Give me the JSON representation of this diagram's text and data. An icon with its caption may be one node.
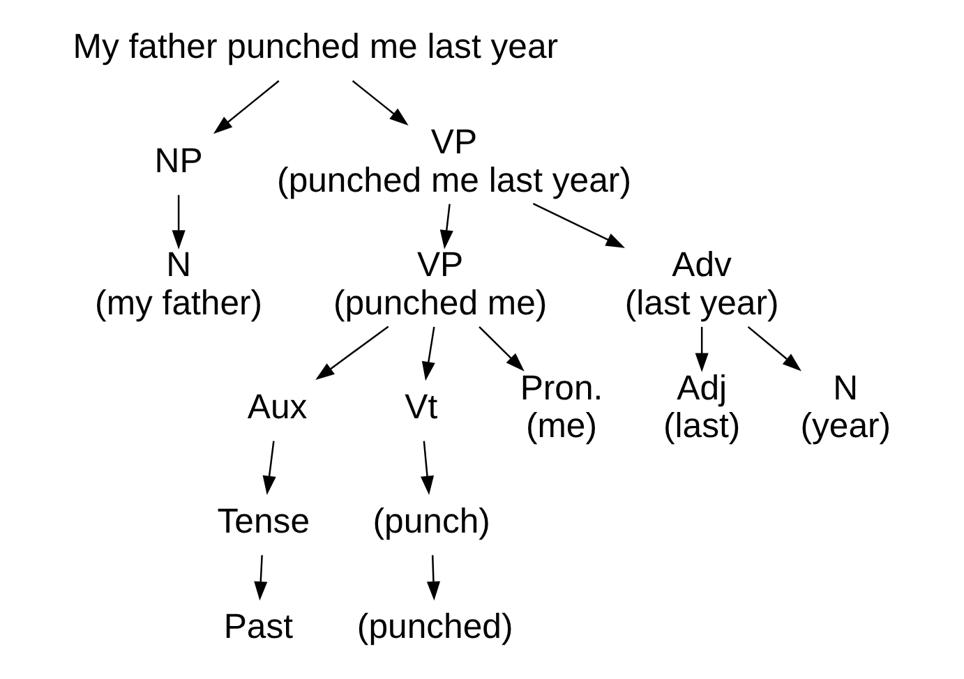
{
  "diagram": {
    "nodes": [
      {
        "text": [
          "My father punched me last year"
        ]
      },
      {
        "text": [
          "NP"
        ]
      },
      {
        "text": [
          "VP",
          "(punched me last year)"
        ]
      },
      {
        "text": [
          "N",
          "(my father)"
        ]
      },
      {
        "text": [
          "VP",
          "(punched me)"
        ]
      },
      {
        "text": [
          "Adv",
          "(last year)"
        ]
      },
      {
        "text": [
          "Aux"
        ]
      },
      {
        "text": [
          "Vt"
        ]
      },
      {
        "text": [
          "Pron.",
          "(me)"
        ]
      },
      {
        "text": [
          "Adj",
          "(last)"
        ]
      },
      {
        "text": [
          "N",
          "(year)"
        ]
      },
      {
        "text": [
          "Tense"
        ]
      },
      {
        "text": [
          "(punch)"
        ]
      },
      {
        "text": [
          "Past"
        ]
      },
      {
        "text": [
          "(punched)"
        ]
      }
    ],
    "edges": [
      {
        "from": 0,
        "to": 1,
        "arrow": "to"
      },
      {
        "from": 0,
        "to": 2,
        "arrow": "to"
      },
      {
        "from": 1,
        "to": 3,
        "arrow": "to"
      },
      {
        "from": 2,
        "to": 4,
        "arrow": "to"
      },
      {
        "from": 2,
        "to": 5,
        "arrow": "to"
      },
      {
        "from": 4,
        "to": 6,
        "arrow": "to"
      },
      {
        "from": 4,
        "to": 7,
        "arrow": "to"
      },
      {
        "from": 4,
        "to": 8,
        "arrow": "to"
      },
      {
        "from": 5,
        "to": 9,
        "arrow": "to"
      },
      {
        "from": 5,
        "to": 10,
        "arrow": "to"
      },
      {
        "from": 6,
        "to": 11,
        "arrow": "to"
      },
      {
        "from": 11,
        "to": 13,
        "arrow": "to"
      },
      {
        "from": 7,
        "to": 12,
        "arrow": "to"
      },
      {
        "from": 12,
        "to": 14,
        "arrow": "to"
      }
    ]
  }
}
